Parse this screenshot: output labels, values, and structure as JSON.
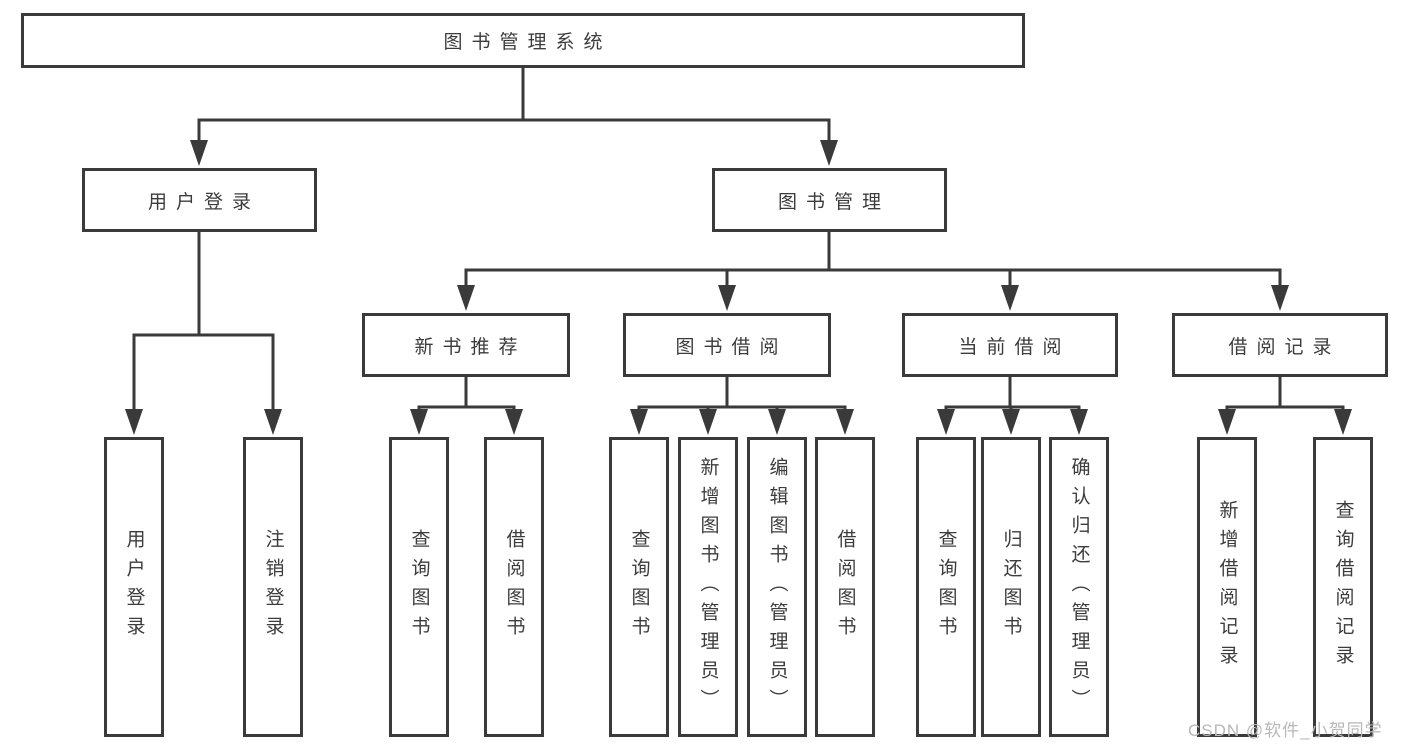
{
  "nodes": {
    "root": "图书管理系统",
    "level2": [
      "用户登录",
      "图书管理"
    ],
    "level3": [
      "新书推荐",
      "图书借阅",
      "当前借阅",
      "借阅记录"
    ],
    "leaves": [
      [
        "用户登录",
        "注销登录"
      ],
      [
        "查询图书",
        "借阅图书"
      ],
      [
        "查询图书",
        "新增图书（管理员）",
        "编辑图书（管理员）",
        "借阅图书"
      ],
      [
        "查询图书",
        "归还图书",
        "确认归还（管理员）"
      ],
      [
        "新增借阅记录",
        "查询借阅记录"
      ]
    ]
  },
  "watermark": "CSDN @软件_小贺同学",
  "colors": {
    "line": "#3a3a3a",
    "text": "#3c3c3c",
    "watermark_text": "#b8b8b8",
    "background": "#ffffff"
  }
}
